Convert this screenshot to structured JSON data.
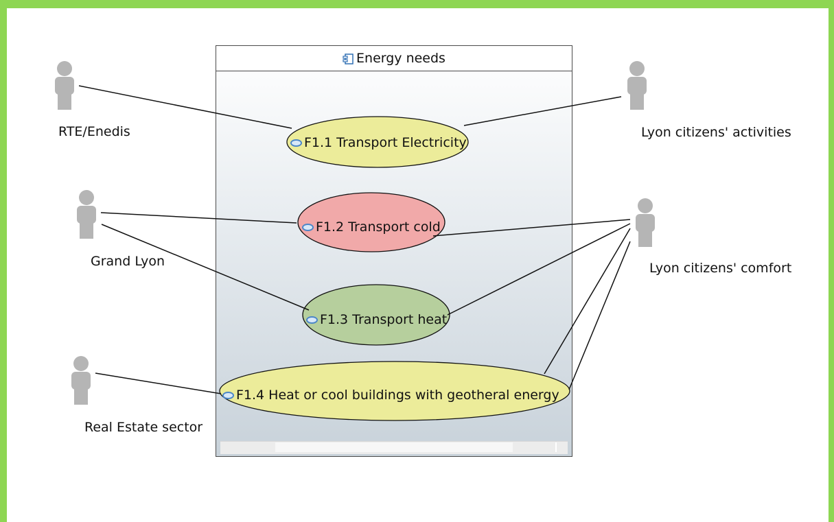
{
  "system": {
    "title": "Energy needs",
    "icon": "component-icon"
  },
  "use_cases": [
    {
      "id": "uc1",
      "label": "F1.1 Transport Electricity",
      "fill": "#ecec9a"
    },
    {
      "id": "uc2",
      "label": "F1.2 Transport cold",
      "fill": "#f1a9a9"
    },
    {
      "id": "uc3",
      "label": "F1.3 Transport heat",
      "fill": "#b6cf9d"
    },
    {
      "id": "uc4",
      "label": "F1.4 Heat or cool buildings with geotheral energy",
      "fill": "#ecec9a"
    }
  ],
  "actors": [
    {
      "id": "rte",
      "label": "RTE/Enedis"
    },
    {
      "id": "grand",
      "label": "Grand Lyon"
    },
    {
      "id": "realestate",
      "label": "Real Estate sector"
    },
    {
      "id": "activities",
      "label": "Lyon citizens' activities"
    },
    {
      "id": "comfort",
      "label": "Lyon citizens' comfort"
    }
  ],
  "colors": {
    "frame": "#8ed653",
    "actor": "#b5b5b5",
    "line": "#111111"
  }
}
